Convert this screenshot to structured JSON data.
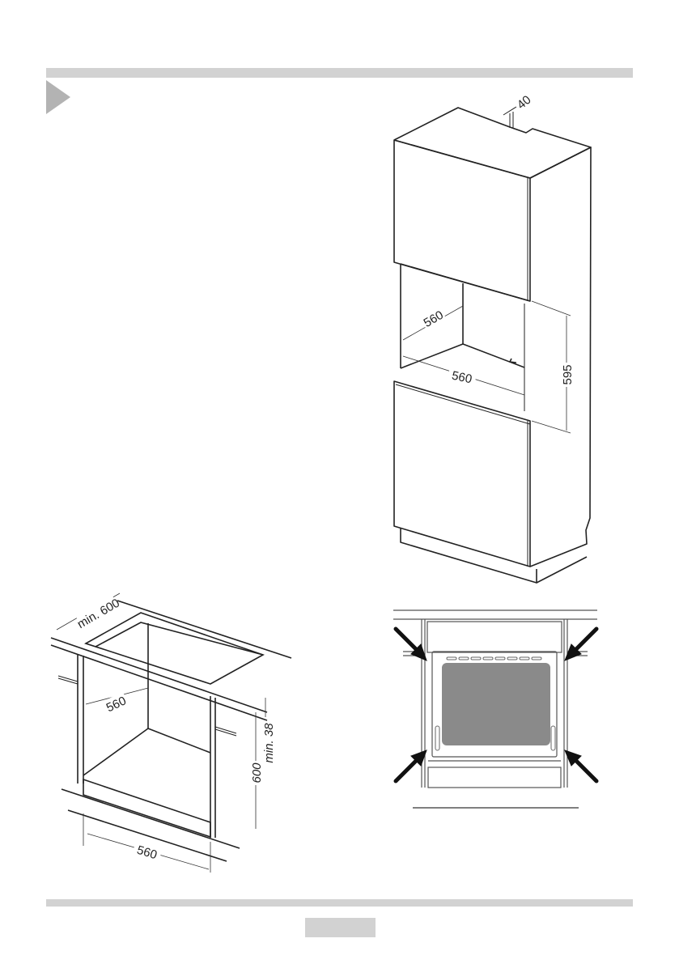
{
  "header": {
    "bar_color": "#d2d2d2",
    "section_marker": "triangle-bullet"
  },
  "figure_tall_cabinet": {
    "dim_top_gap": "40",
    "dim_depth": "560",
    "dim_width": "560",
    "dim_height": "595"
  },
  "figure_under_counter": {
    "dim_depth": "min. 600",
    "dim_inner_depth": "560",
    "dim_height": "600",
    "dim_clearance": "min. 38",
    "dim_width": "560"
  },
  "figure_front_view": {
    "arrow_count": 4,
    "window_color": "#8a8a8a",
    "vent_slots": 8
  },
  "footer": {
    "bar_color": "#d2d2d2",
    "page_number": ""
  }
}
